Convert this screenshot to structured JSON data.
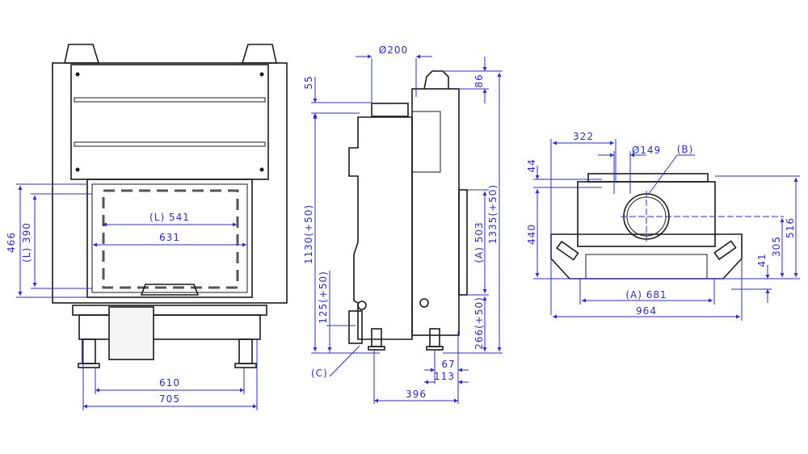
{
  "front_view": {
    "height_466": "466",
    "height_L390": "(L) 390",
    "width_L541": "(L) 541",
    "width_631": "631",
    "width_610": "610",
    "width_705": "705"
  },
  "side_view": {
    "flue_200": "Ø200",
    "dim_55": "55",
    "dim_86": "86",
    "height_1130": "1130(+50)",
    "height_1335": "1335(+50)",
    "dim_A503": "(A) 503",
    "dim_125": "125(+50)",
    "dim_266": "266(+50)",
    "label_C": "(C)",
    "dim_67": "67",
    "dim_113": "113",
    "dim_396": "396"
  },
  "top_view": {
    "dim_322": "322",
    "flue_149": "Ø149",
    "label_B": "(B)",
    "dim_44": "44",
    "dim_440": "440",
    "dim_516": "516",
    "dim_305": "305",
    "dim_41": "41",
    "dim_A681": "(A) 681",
    "dim_964": "964"
  },
  "colors": {
    "dimension": "#2b2bd6",
    "outline": "#1a1a1a"
  }
}
